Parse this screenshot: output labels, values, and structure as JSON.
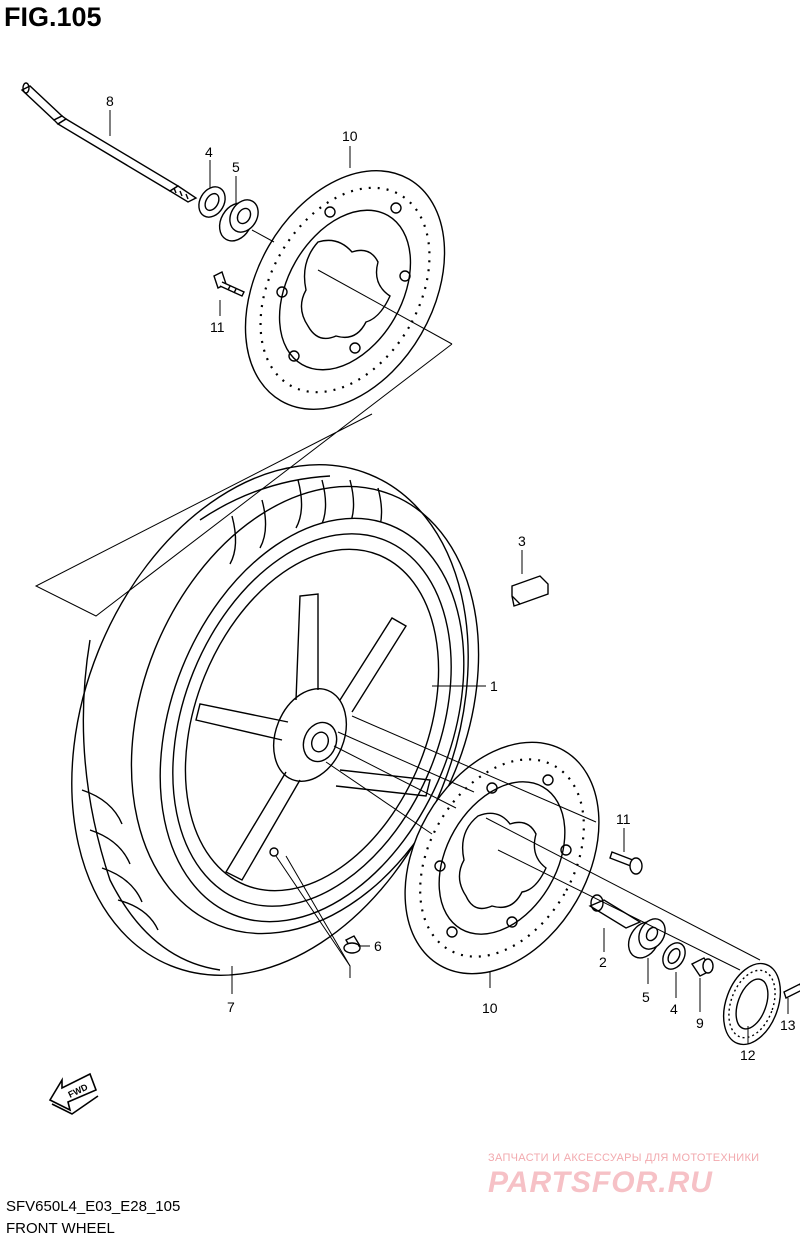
{
  "figure": {
    "title": "FIG.105"
  },
  "footer": {
    "model_code": "SFV650L4_E03_E28_105",
    "name": "FRONT WHEEL"
  },
  "watermark": {
    "tagline": "ЗАПЧАСТИ И АКСЕССУАРЫ ДЛЯ МОТОТЕХНИКИ",
    "logo": "PARTSFOR.RU",
    "color": "#f6c1c6"
  },
  "fwd_arrow": {
    "label": "FWD"
  },
  "callouts": {
    "c8": "8",
    "c4a": "4",
    "c5a": "5",
    "c10a": "10",
    "c11a": "11",
    "c3": "3",
    "c1": "1",
    "c11b": "11",
    "c6": "6",
    "c2": "2",
    "c7": "7",
    "c10b": "10",
    "c5b": "5",
    "c4b": "4",
    "c9": "9",
    "c12": "12",
    "c13": "13"
  }
}
